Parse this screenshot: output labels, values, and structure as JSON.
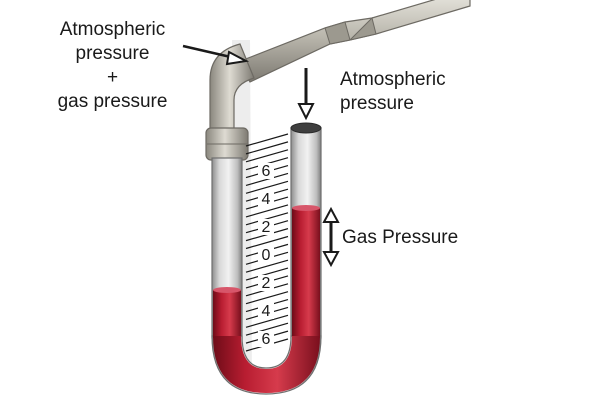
{
  "labels": {
    "left_line1": "Atmospheric",
    "left_line2": "pressure",
    "left_line3": "+",
    "left_line4": "gas pressure",
    "right_line1": "Atmospheric",
    "right_line2": "pressure",
    "gas": "Gas Pressure"
  },
  "scale": {
    "ticks": [
      "6",
      "4",
      "2",
      "0",
      "2",
      "4",
      "6"
    ]
  },
  "colors": {
    "tube_glass": "#c9c9c9",
    "tube_shadow": "#9a9a9a",
    "liquid": "#b31b2e",
    "liquid_dark": "#7a0f1d",
    "pipe": "#b5b2a8",
    "pipe_dark": "#7d7a72",
    "cap": "#4a4a4a"
  }
}
